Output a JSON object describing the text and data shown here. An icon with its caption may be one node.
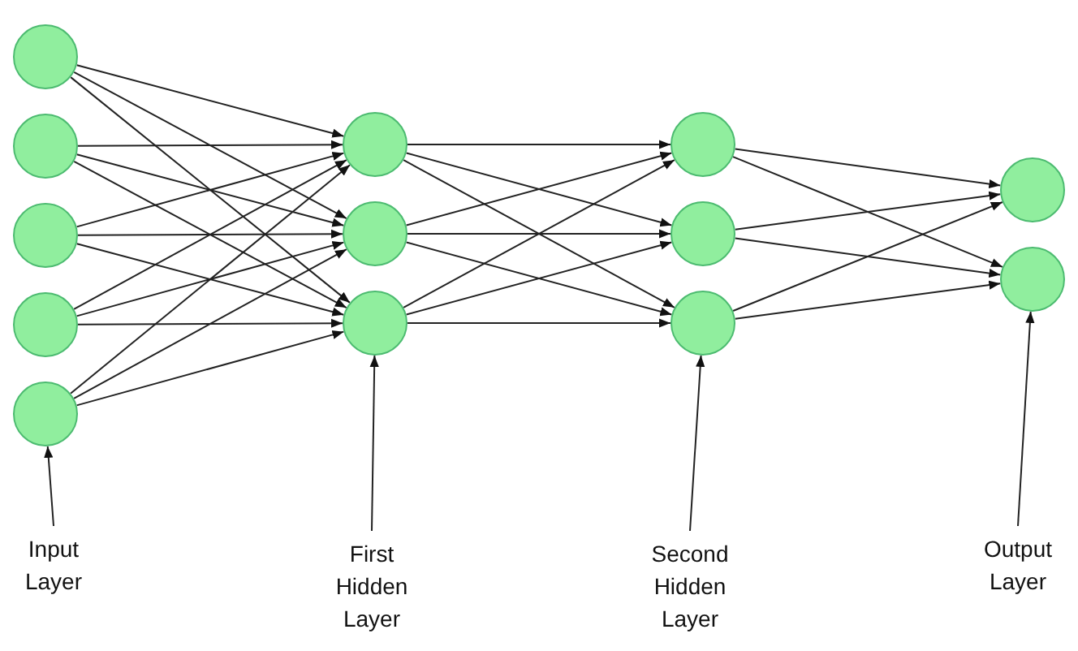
{
  "diagram": {
    "nodes": [
      {
        "text": [],
        "shape": "circle"
      },
      {
        "text": [],
        "shape": "circle"
      },
      {
        "text": [],
        "shape": "circle"
      },
      {
        "text": [],
        "shape": "circle"
      },
      {
        "text": [],
        "shape": "circle"
      },
      {
        "text": [],
        "shape": "circle"
      },
      {
        "text": [],
        "shape": "circle"
      },
      {
        "text": [],
        "shape": "circle"
      },
      {
        "text": [],
        "shape": "circle"
      },
      {
        "text": [],
        "shape": "circle"
      },
      {
        "text": [],
        "shape": "circle"
      },
      {
        "text": [],
        "shape": "circle"
      },
      {
        "text": [],
        "shape": "circle"
      },
      {
        "text": [
          "Input Layer"
        ]
      },
      {
        "text": [
          "First Hidden Layer"
        ]
      },
      {
        "text": [
          "Second Hidden Layer"
        ]
      },
      {
        "text": [
          "Output Layer"
        ]
      }
    ],
    "edges": [
      {
        "from": 0,
        "to": 5,
        "arrow": "to"
      },
      {
        "from": 0,
        "to": 6,
        "arrow": "to"
      },
      {
        "from": 0,
        "to": 7,
        "arrow": "to"
      },
      {
        "from": 1,
        "to": 5,
        "arrow": "to"
      },
      {
        "from": 1,
        "to": 6,
        "arrow": "to"
      },
      {
        "from": 1,
        "to": 7,
        "arrow": "to"
      },
      {
        "from": 2,
        "to": 5,
        "arrow": "to"
      },
      {
        "from": 2,
        "to": 6,
        "arrow": "to"
      },
      {
        "from": 2,
        "to": 7,
        "arrow": "to"
      },
      {
        "from": 3,
        "to": 5,
        "arrow": "to"
      },
      {
        "from": 3,
        "to": 6,
        "arrow": "to"
      },
      {
        "from": 3,
        "to": 7,
        "arrow": "to"
      },
      {
        "from": 4,
        "to": 5,
        "arrow": "to"
      },
      {
        "from": 4,
        "to": 6,
        "arrow": "to"
      },
      {
        "from": 4,
        "to": 7,
        "arrow": "to"
      },
      {
        "from": 5,
        "to": 8,
        "arrow": "to"
      },
      {
        "from": 5,
        "to": 9,
        "arrow": "to"
      },
      {
        "from": 5,
        "to": 10,
        "arrow": "to"
      },
      {
        "from": 6,
        "to": 8,
        "arrow": "to"
      },
      {
        "from": 6,
        "to": 9,
        "arrow": "to"
      },
      {
        "from": 6,
        "to": 10,
        "arrow": "to"
      },
      {
        "from": 7,
        "to": 8,
        "arrow": "to"
      },
      {
        "from": 7,
        "to": 9,
        "arrow": "to"
      },
      {
        "from": 7,
        "to": 10,
        "arrow": "to"
      },
      {
        "from": 8,
        "to": 11,
        "arrow": "to"
      },
      {
        "from": 8,
        "to": 12,
        "arrow": "to"
      },
      {
        "from": 9,
        "to": 11,
        "arrow": "to"
      },
      {
        "from": 9,
        "to": 12,
        "arrow": "to"
      },
      {
        "from": 10,
        "to": 11,
        "arrow": "to"
      },
      {
        "from": 10,
        "to": 12,
        "arrow": "to"
      },
      {
        "from": 13,
        "to": 4,
        "arrow": "to"
      },
      {
        "from": 14,
        "to": 7,
        "arrow": "to"
      },
      {
        "from": 15,
        "to": 10,
        "arrow": "to"
      },
      {
        "from": 16,
        "to": 12,
        "arrow": "to"
      }
    ]
  }
}
